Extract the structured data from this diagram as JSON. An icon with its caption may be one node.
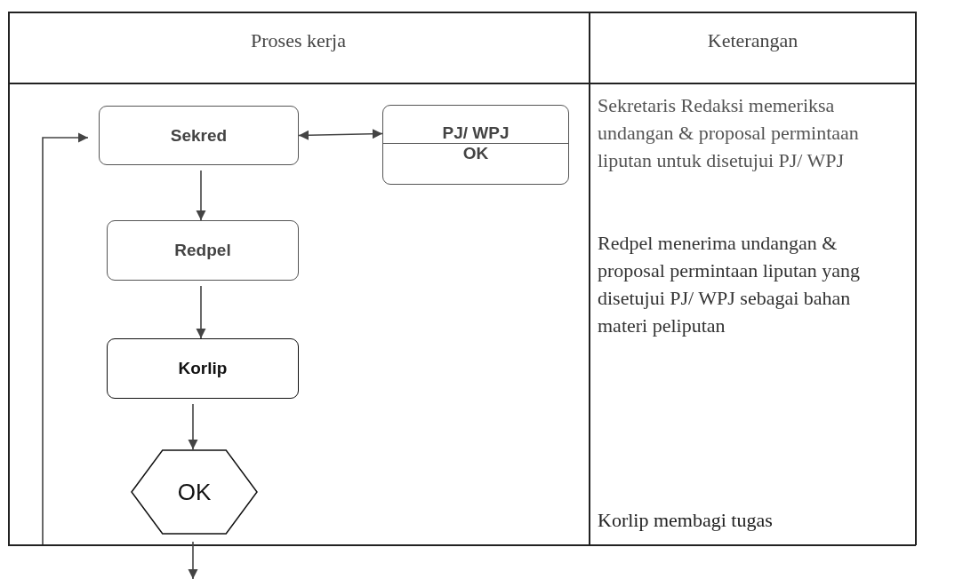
{
  "diagram": {
    "nodes": [
      {
        "text": [
          "Sekred"
        ]
      },
      {
        "text": [
          "PJ/ WPJ",
          "OK"
        ]
      },
      {
        "text": [
          "Redpel"
        ]
      },
      {
        "text": [
          "Korlip"
        ]
      },
      {
        "text": [
          "OK"
        ]
      }
    ],
    "edges": [
      {
        "from": 0,
        "to": 1,
        "arrow": "both"
      },
      {
        "from": 0,
        "to": 2,
        "arrow": "to"
      },
      {
        "from": 2,
        "to": 3,
        "arrow": "to"
      },
      {
        "from": 3,
        "to": 4,
        "arrow": "to"
      },
      {
        "from": 4,
        "to": null,
        "arrow": "to"
      },
      {
        "from": null,
        "to": 0,
        "arrow": "to"
      }
    ],
    "labels": [
      "Proses kerja",
      "Keterangan",
      "Sekretaris Redaksi memeriksa undangan & proposal permintaan liputan untuk disetujui PJ/ WPJ",
      "Redpel menerima undangan & proposal permintaan liputan yang disetujui PJ/ WPJ sebagai bahan materi peliputan",
      "Korlip membagi tugas"
    ]
  }
}
